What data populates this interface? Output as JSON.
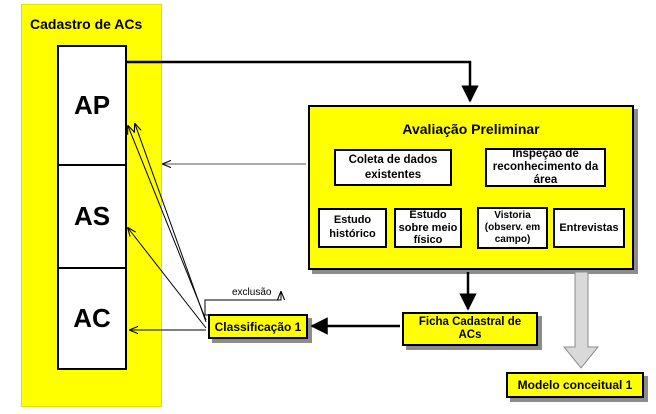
{
  "diagram": {
    "cadastro": {
      "title": "Cadastro de ACs",
      "items": [
        "AP",
        "AS",
        "AC"
      ]
    },
    "avaliacao": {
      "title": "Avaliação Preliminar",
      "coleta": "Coleta de dados existentes",
      "inspecao": "Inspeção de reconhecimento da área",
      "estudo_historico": "Estudo histórico",
      "estudo_meio_fisico": "Estudo sobre meio físico",
      "vistoria": "Vistoria (observ. em campo)",
      "entrevistas": "Entrevistas"
    },
    "ficha": "Ficha Cadastral de ACs",
    "classificacao": "Classificação 1",
    "exclusao": "exclusão",
    "modelo": "Modelo conceitual 1",
    "colors": {
      "fill": "#ffff00",
      "line": "#000000",
      "big_arrow": "#d9d9d9"
    }
  }
}
